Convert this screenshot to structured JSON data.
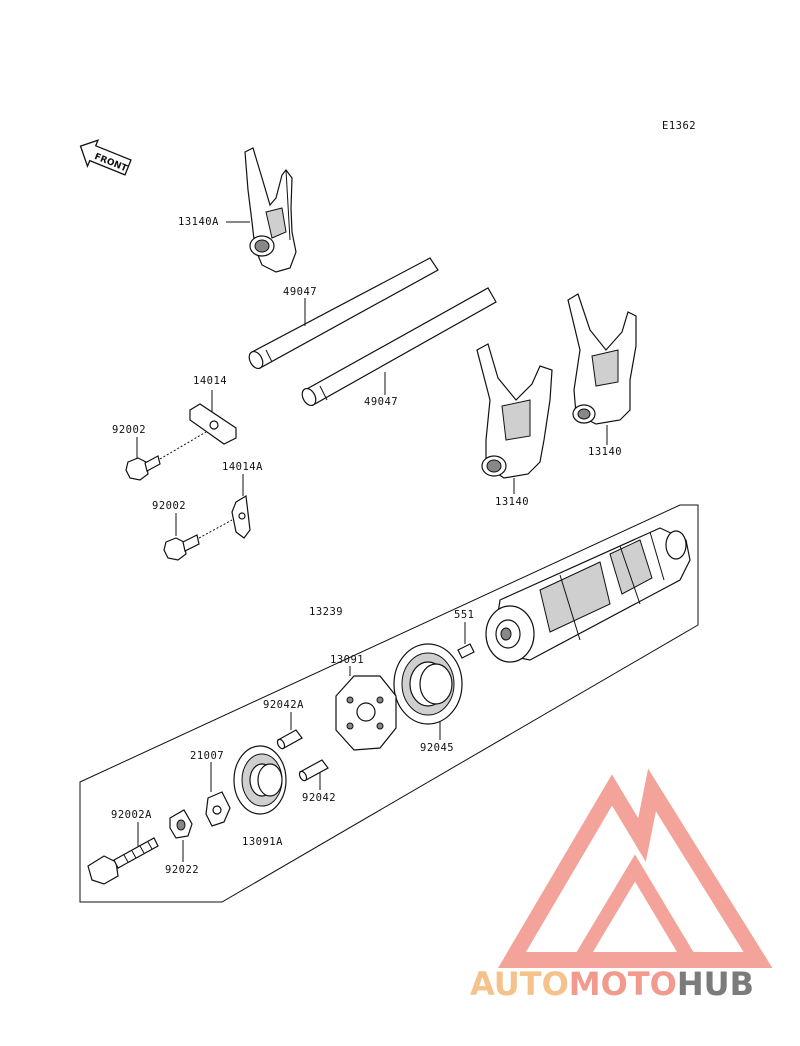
{
  "diagram_code": "E1362",
  "front_label": "FRONT",
  "labels": {
    "fork_13140A": "13140A",
    "rod_49047_top": "49047",
    "rod_49047_bottom": "49047",
    "plate_14014": "14014",
    "bolt_92002_top": "92002",
    "plate_14014A": "14014A",
    "bolt_92002_bottom": "92002",
    "fork_13140_right": "13140",
    "fork_13140_center": "13140",
    "drum_13239": "13239",
    "pin_551": "551",
    "holder_13091": "13091",
    "pin_92042A": "92042A",
    "bearing_92045": "92045",
    "stopper_21007": "21007",
    "pin_92042": "92042",
    "plate_13091A": "13091A",
    "bolt_92002A": "92002A",
    "collar_92022": "92022"
  },
  "watermark": {
    "part1": "AUTO",
    "part2": "MOTO",
    "part3": "HUB",
    "colors": {
      "auto": "#f4c28a",
      "moto": "#f29a8e",
      "hub": "#7b7b7b",
      "logo": "#f29a8e"
    }
  }
}
